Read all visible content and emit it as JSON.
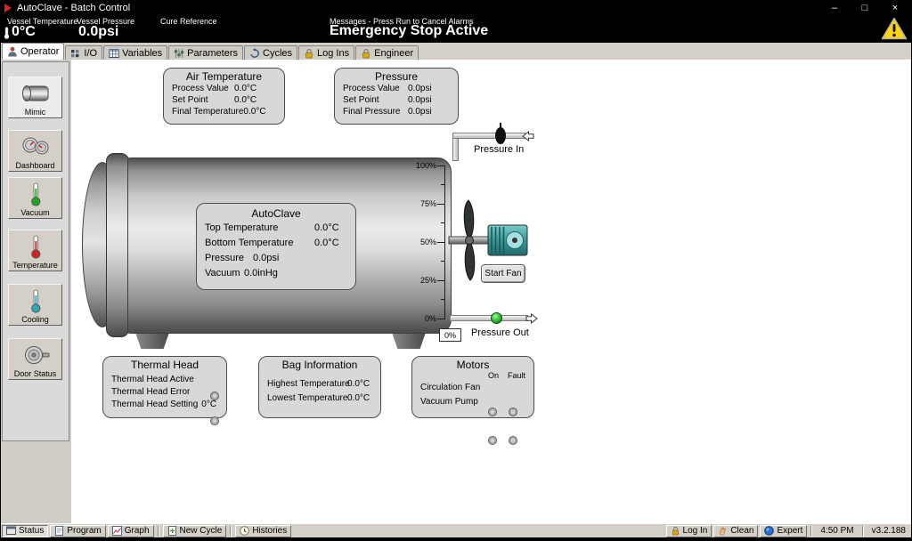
{
  "window": {
    "title": "AutoClave - Batch Control",
    "minimize": "–",
    "maximize": "□",
    "close": "×"
  },
  "header": {
    "vessel_temperature_label": "Vessel Temperature",
    "vessel_temperature_value": "0°C",
    "vessel_pressure_label": "Vessel Pressure",
    "vessel_pressure_value": "0.0psi",
    "cure_reference_label": "Cure Reference",
    "messages_label": "Messages - Press Run to Cancel Alarms",
    "alarm_message": "Emergency Stop Active"
  },
  "tabs": [
    {
      "label": "Operator"
    },
    {
      "label": "I/O"
    },
    {
      "label": "Variables"
    },
    {
      "label": "Parameters"
    },
    {
      "label": "Cycles"
    },
    {
      "label": "Log Ins"
    },
    {
      "label": "Engineer"
    }
  ],
  "sidebar": {
    "items": [
      {
        "label": "Mimic"
      },
      {
        "label": "Dashboard"
      },
      {
        "label": "Vacuum"
      },
      {
        "label": "Temperature"
      },
      {
        "label": "Cooling"
      },
      {
        "label": "Door Status"
      }
    ]
  },
  "air_temperature": {
    "title": "Air Temperature",
    "rows": [
      {
        "label": "Process Value",
        "value": "0.0°C"
      },
      {
        "label": "Set Point",
        "value": "0.0°C"
      },
      {
        "label": "Final Temperature",
        "value": "0.0°C"
      }
    ]
  },
  "pressure_panel": {
    "title": "Pressure",
    "rows": [
      {
        "label": "Process Value",
        "value": "0.0psi"
      },
      {
        "label": "Set Point",
        "value": "0.0psi"
      },
      {
        "label": "Final Pressure",
        "value": "0.0psi"
      }
    ]
  },
  "autoclave_panel": {
    "title": "AutoClave",
    "rows": [
      {
        "label": "Top Temperature",
        "value": "0.0°C"
      },
      {
        "label": "Bottom Temperature",
        "value": "0.0°C"
      },
      {
        "label": "Pressure",
        "value": "0.0psi"
      },
      {
        "label": "Vacuum",
        "value": "0.0inHg"
      }
    ]
  },
  "vessel": {
    "scale": [
      "100%",
      "75%",
      "50%",
      "25%",
      "0%"
    ],
    "level_readout": "0%",
    "pressure_in_label": "Pressure In",
    "pressure_out_label": "Pressure Out",
    "start_fan_label": "Start Fan"
  },
  "thermal_head": {
    "title": "Thermal Head",
    "rows": [
      {
        "label": "Thermal Head Active"
      },
      {
        "label": "Thermal Head Error"
      },
      {
        "label": "Thermal Head Setting",
        "value": "0°C"
      }
    ]
  },
  "bag_information": {
    "title": "Bag Information",
    "rows": [
      {
        "label": "Highest Temperature",
        "value": "0.0°C"
      },
      {
        "label": "Lowest Temperature",
        "value": "0.0°C"
      }
    ]
  },
  "motors": {
    "title": "Motors",
    "columns": [
      "On",
      "Fault"
    ],
    "rows": [
      {
        "label": "Circulation Fan"
      },
      {
        "label": "Vacuum Pump"
      }
    ]
  },
  "statusbar": {
    "buttons": [
      {
        "label": "Status"
      },
      {
        "label": "Program"
      },
      {
        "label": "Graph"
      },
      {
        "label": "New Cycle"
      },
      {
        "label": "Histories"
      }
    ],
    "right_buttons": [
      {
        "label": "Log In"
      },
      {
        "label": "Clean"
      },
      {
        "label": "Expert"
      }
    ],
    "time": "4:50 PM",
    "version": "v3.2.188"
  },
  "colors": {
    "alarm_yellow": "#ffd400",
    "motor_teal": "#3f9d9d",
    "indicator_green": "#1db21d",
    "temperature_red": "#d42222",
    "cooling_teal": "#28a8b8",
    "vacuum_green": "#18a818"
  }
}
